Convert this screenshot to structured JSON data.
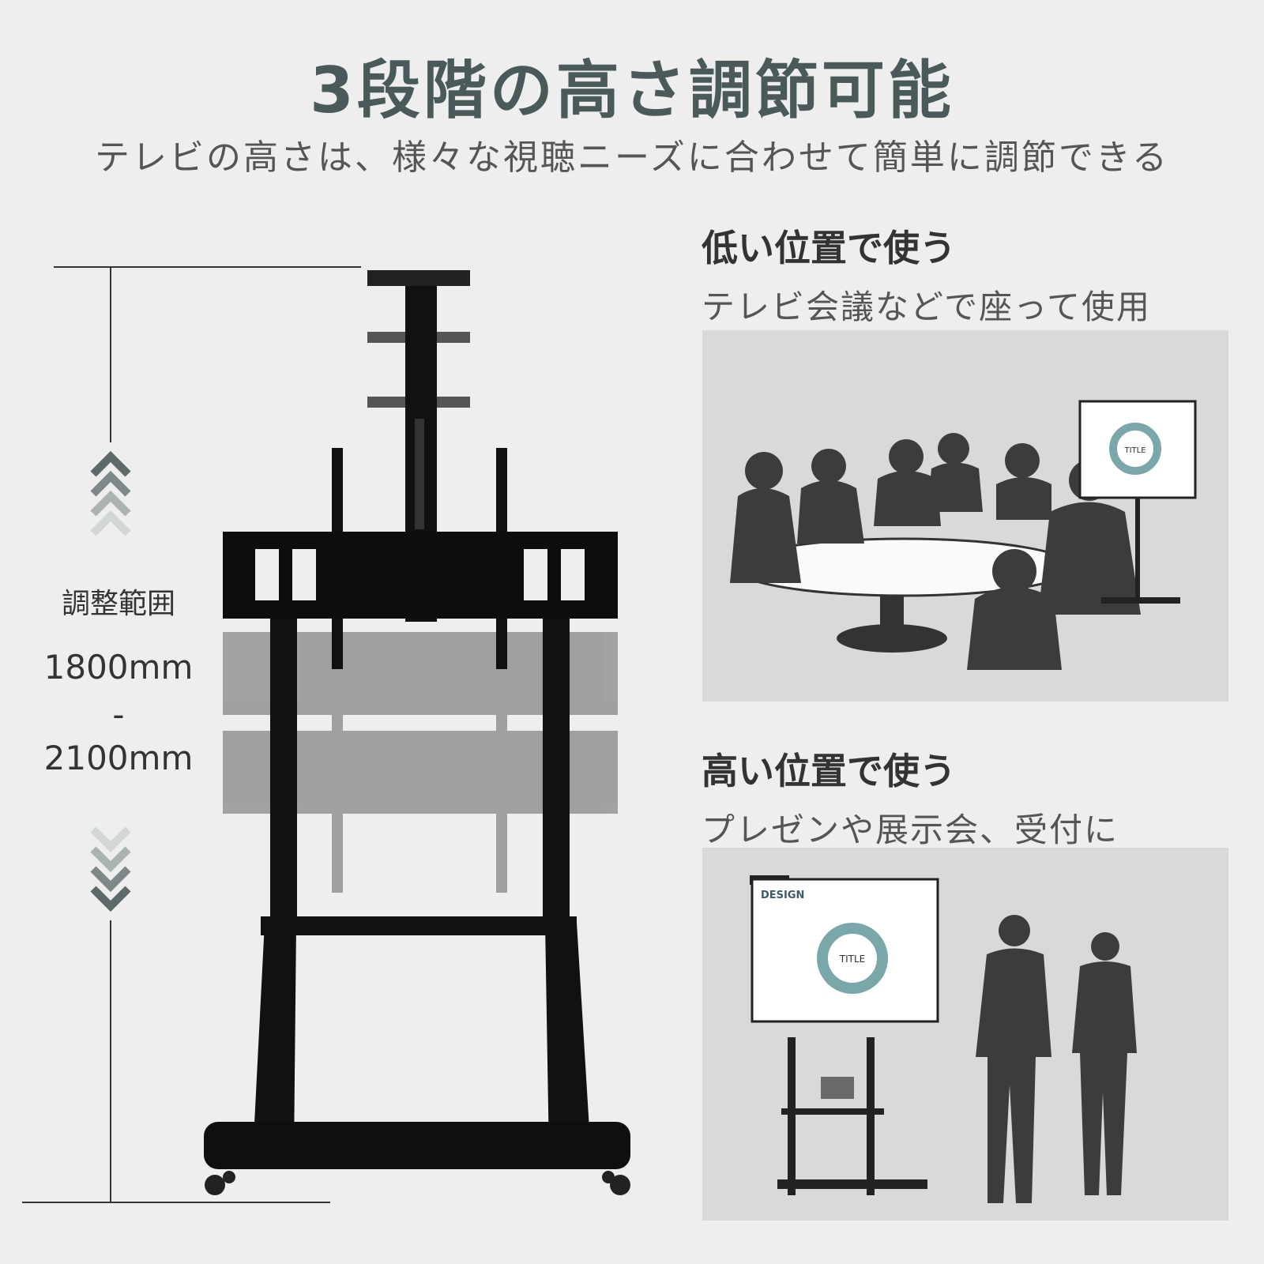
{
  "header": {
    "title": "3段階の高さ調節可能",
    "subtitle": "テレビの高さは、様々な視聴ニーズに合わせて簡単に調節できる"
  },
  "range": {
    "label": "調整範囲",
    "min": "1800mm",
    "separator": "-",
    "max": "2100mm"
  },
  "sections": [
    {
      "heading": "低い位置で使う",
      "description": "テレビ会議などで座って使用"
    },
    {
      "heading": "高い位置で使う",
      "description": "プレゼンや展示会、受付に"
    }
  ],
  "screen_texts": {
    "low_title": "TITLE",
    "high_design": "DESIGN",
    "high_title": "TITLE"
  },
  "colors": {
    "background": "#eeeeee",
    "title": "#4a5a5a",
    "photo_bg": "#d9d9d9",
    "silhouette": "#3c3c3c",
    "stand": "#111111"
  }
}
